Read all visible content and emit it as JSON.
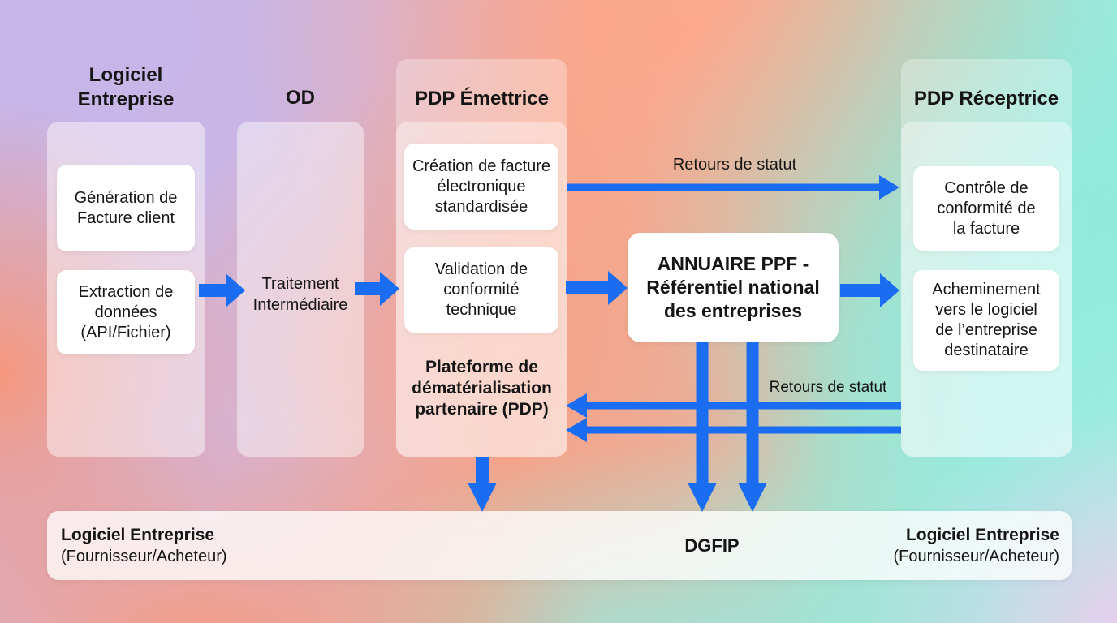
{
  "colors": {
    "arrow_blue": "#1a6cf0",
    "text": "#151515"
  },
  "columns": {
    "logiciel": {
      "title": "Logiciel\nEntreprise",
      "boxes": [
        "Génération de\nFacture client",
        "Extraction de\ndonnées\n(API/Fichier)"
      ]
    },
    "od": {
      "title": "OD",
      "label": "Traitement\nIntermédiaire"
    },
    "emettrice": {
      "title": "PDP Émettrice",
      "boxes": [
        "Création de facture\nélectronique\nstandardisée",
        "Validation de\nconformité\ntechnique"
      ],
      "footer": "Plateforme de\ndématérialisation\npartenaire (PDP)"
    },
    "receptrice": {
      "title": "PDP Réceptrice",
      "boxes": [
        "Contrôle de\nconformité de\nla facture",
        "Acheminement\nvers le logiciel\nde l’entreprise\ndestinataire"
      ]
    }
  },
  "annuaire": {
    "label": "ANNUAIRE PPF -\nRéférentiel national\ndes entreprises"
  },
  "flow_labels": {
    "status_top": "Retours de statut",
    "status_bottom": "Retours de statut"
  },
  "bottom_bar": {
    "left": {
      "title": "Logiciel Entreprise",
      "subtitle": "(Fournisseur/Acheteur)"
    },
    "center": {
      "title": "DGFIP"
    },
    "right": {
      "title": "Logiciel Entreprise",
      "subtitle": "(Fournisseur/Acheteur)"
    }
  }
}
